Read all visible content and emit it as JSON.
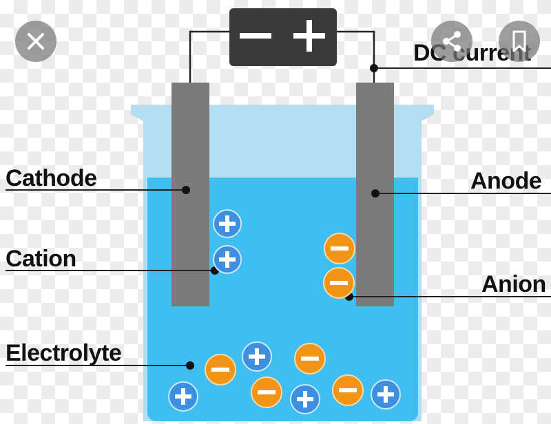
{
  "labels": {
    "dc_current": "DC current",
    "cathode": "Cathode",
    "anode": "Anode",
    "cation": "Cation",
    "anion": "Anion",
    "electrolyte": "Electrolyte"
  },
  "battery": {
    "minus": "−",
    "plus": "+"
  },
  "colors": {
    "liquid": "#3ebff0",
    "beaker": "#b3def1",
    "electrode": "#7b7b7b",
    "cation": "#3e8fe0",
    "anion": "#f29415",
    "battery": "#3a3a3a"
  },
  "icons": {
    "close": "close-icon",
    "share": "share-icon",
    "bookmark": "bookmark-icon"
  }
}
